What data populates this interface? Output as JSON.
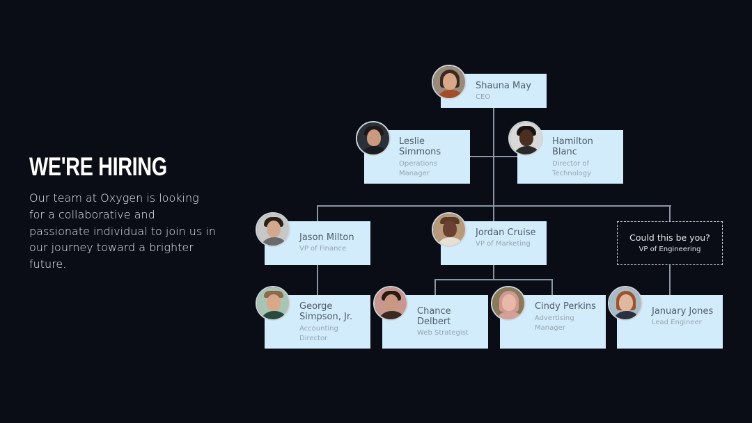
{
  "hero": {
    "headline": "WE'RE HIRING",
    "blurb": "Our team at Oxygen is looking for a collaborative and passionate individual to join us in our journey toward a brighter future."
  },
  "colors": {
    "background": "#0b0d16",
    "card_fill": "#d3ecfc",
    "connector": "#8a96a3",
    "name_text": "#4d5d69",
    "role_text": "#93a5b2"
  },
  "org_chart": {
    "ceo": {
      "name": "Shauna May",
      "role": "CEO"
    },
    "level2": [
      {
        "name": "Leslie Simmons",
        "role": "Operations Manager"
      },
      {
        "name": "Hamilton Blanc",
        "role": "Director of Technology"
      }
    ],
    "level3": [
      {
        "name": "Jason Milton",
        "role": "VP of Finance"
      },
      {
        "name": "Jordan Cruise",
        "role": "VP of Marketing"
      },
      {
        "name": "Could this be you?",
        "role": "VP of Engineering",
        "vacant": true
      }
    ],
    "level4": [
      {
        "name": "George Simpson, Jr.",
        "role": "Accounting Director",
        "reports_to": "Jason Milton"
      },
      {
        "name": "Chance Delbert",
        "role": "Web Strategist",
        "reports_to": "Jordan Cruise"
      },
      {
        "name": "Cindy Perkins",
        "role": "Advertising Manager",
        "reports_to": "Jordan Cruise"
      },
      {
        "name": "January Jones",
        "role": "Lead Engineer",
        "reports_to": "VP of Engineering"
      }
    ]
  }
}
